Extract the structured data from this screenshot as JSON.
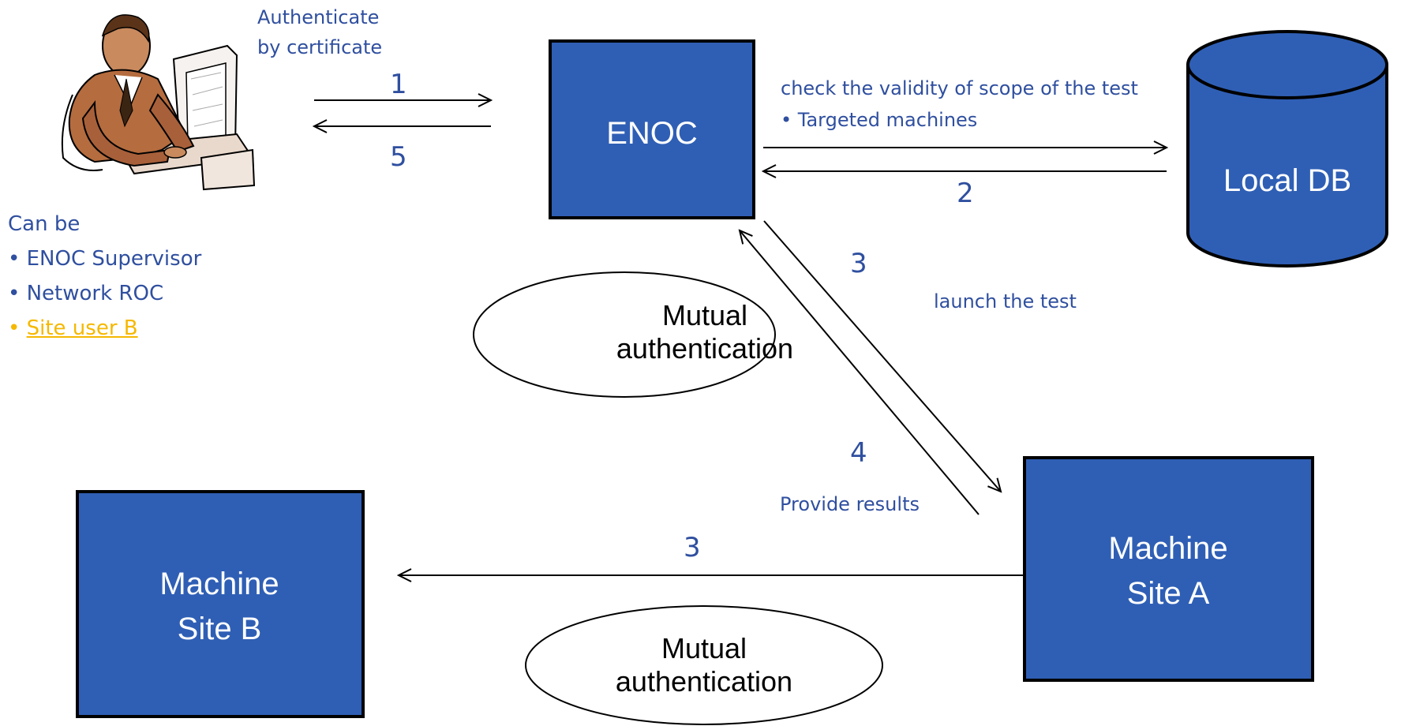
{
  "colors": {
    "box_fill": "#2f5fb5",
    "box_stroke": "#000000",
    "text_blue": "#2f4f9f",
    "highlight": "#f5b800"
  },
  "user": {
    "icon": "businessman-at-computer-icon",
    "auth_line1": "Authenticate",
    "auth_line2": "by certificate",
    "roles_heading": "Can be",
    "roles": [
      {
        "label": "ENOC Supervisor",
        "highlight": false
      },
      {
        "label": "Network ROC",
        "highlight": false
      },
      {
        "label": "Site user B",
        "highlight": true
      }
    ],
    "bullet": "•"
  },
  "nodes": {
    "enoc": "ENOC",
    "local_db": "Local DB",
    "site_a_line1": "Machine",
    "site_a_line2": "Site A",
    "site_b_line1": "Machine",
    "site_b_line2": "Site B"
  },
  "steps": {
    "s1": "1",
    "s2": "2",
    "s3_top": "3",
    "s3_bottom": "3",
    "s4": "4",
    "s5": "5"
  },
  "annotations": {
    "check_scope": "check the validity of scope of the test",
    "targeted": "• Targeted machines",
    "launch": "launch the test",
    "provide": "Provide results"
  },
  "ellipses": {
    "top_line1": "Mutual",
    "top_line2": "authentication",
    "bottom_line1": "Mutual",
    "bottom_line2": "authentication"
  }
}
